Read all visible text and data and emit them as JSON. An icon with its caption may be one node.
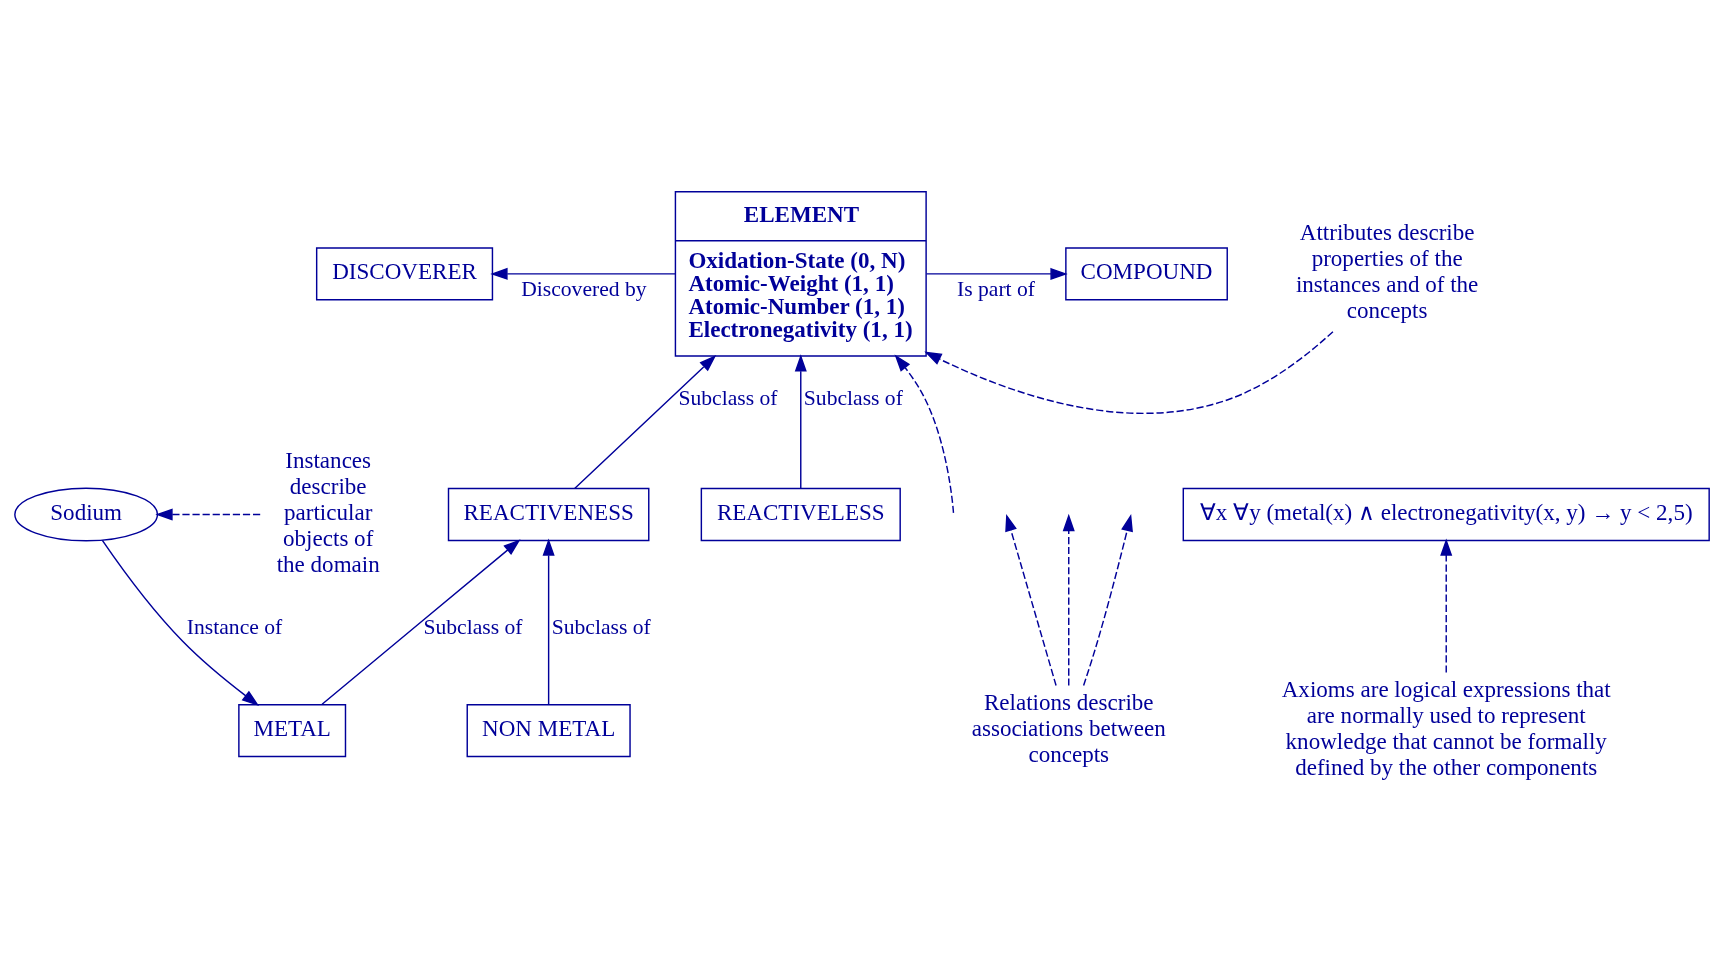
{
  "diagram": {
    "nodes": [
      {
        "text": [
          "DISCOVERER"
        ]
      },
      {
        "text": [
          "ELEMENT",
          "Oxidation-State (0, N)",
          "Atomic-Weight (1, 1)",
          "Atomic-Number (1, 1)",
          "Electronegativity (1, 1)"
        ]
      },
      {
        "text": [
          "COMPOUND"
        ]
      },
      {
        "text": [
          "Attributes describe properties of the instances and of the concepts"
        ]
      },
      {
        "text": [
          "Relations describe associations between concepts"
        ]
      },
      {
        "text": [
          "REACTIVENESS"
        ]
      },
      {
        "text": [
          "REACTIVELESS"
        ]
      },
      {
        "text": [
          "METAL"
        ]
      },
      {
        "text": [
          "NON METAL"
        ]
      },
      {
        "text": [
          "Sodium"
        ]
      },
      {
        "text": [
          "Instances describe particular objects of the domain"
        ]
      },
      {
        "text": [
          "Axioms are logical expressions that are normally used to represent knowledge that cannot be formally defined by the other components"
        ]
      },
      {
        "text": [
          "∀x ∀y (metal(x) ∧ electronegativity(x, y) → y < 2,5)"
        ]
      }
    ],
    "edges": [
      {
        "from": 1,
        "to": 0,
        "arrow": "to",
        "label": "Discovered by"
      },
      {
        "from": 1,
        "to": 2,
        "arrow": "to",
        "label": "Is part of"
      },
      {
        "from": null,
        "to": 1,
        "arrow": "to",
        "style": "dashed"
      },
      {
        "from": 3,
        "to": 1,
        "arrow": "to",
        "style": "dashed"
      },
      {
        "from": 4,
        "to": null,
        "arrow": "to",
        "style": "dashed"
      },
      {
        "from": 4,
        "to": null,
        "arrow": "to",
        "style": "dashed"
      },
      {
        "from": 4,
        "to": null,
        "arrow": "to",
        "style": "dashed"
      },
      {
        "from": 5,
        "to": 1,
        "arrow": "to",
        "label": "Subclass of"
      },
      {
        "from": 6,
        "to": 1,
        "arrow": "to",
        "label": "Subclass of"
      },
      {
        "from": 7,
        "to": 5,
        "arrow": "to",
        "label": "Subclass of"
      },
      {
        "from": 8,
        "to": 5,
        "arrow": "to",
        "label": "Subclass of"
      },
      {
        "from": 9,
        "to": 7,
        "arrow": "to",
        "label": "Instance of"
      },
      {
        "from": 10,
        "to": 9,
        "arrow": "to",
        "style": "dashed"
      },
      {
        "from": 11,
        "to": 12,
        "arrow": "to",
        "style": "dashed"
      }
    ]
  }
}
